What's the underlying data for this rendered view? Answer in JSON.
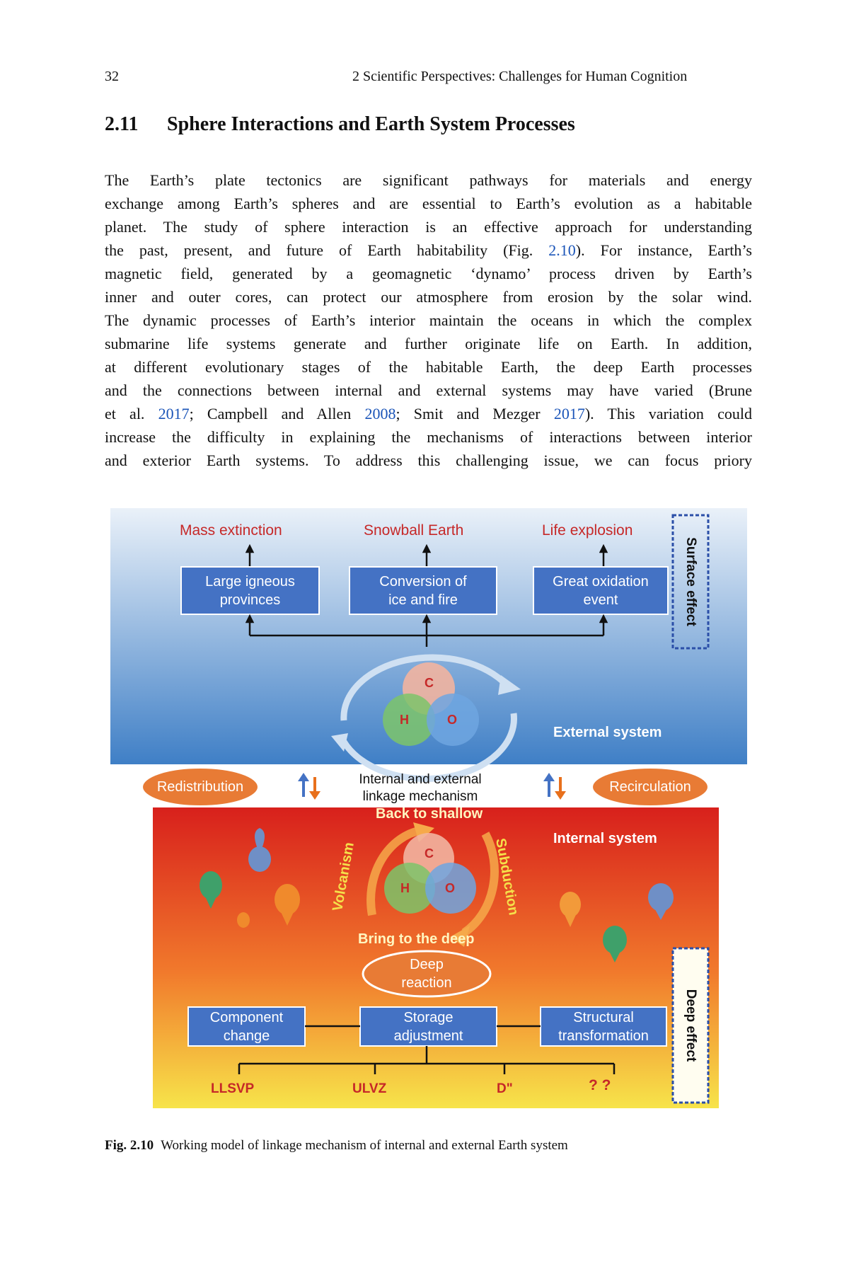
{
  "header": {
    "page_number": "32",
    "running_title": "2   Scientific Perspectives: Challenges for Human Cognition"
  },
  "section": {
    "number": "2.11",
    "title": "Sphere Interactions and Earth System Processes"
  },
  "body": {
    "lines": [
      "The Earth’s plate tectonics are significant pathways for materials and energy",
      "exchange among Earth’s spheres and are essential to Earth’s evolution as a habitable",
      "planet. The study of sphere interaction is an effective approach for understanding"
    ],
    "line4_pre": "the past, present, and future of Earth habitability (Fig. ",
    "line4_link": "2.10",
    "line4_post": "). For instance, Earth’s",
    "lines2": [
      "magnetic field, generated by a geomagnetic ‘dynamo’ process driven by Earth’s",
      "inner and outer cores, can protect our atmosphere from erosion by the solar wind.",
      "The dynamic processes of Earth’s interior maintain the oceans in which the complex",
      "submarine life systems generate and further originate life on Earth. In addition,",
      "at different evolutionary stages of the habitable Earth, the deep Earth processes",
      "and the connections between internal and external systems may have varied (Brune"
    ],
    "line11_a": "et al. ",
    "line11_link1": "2017",
    "line11_b": "; Campbell and Allen ",
    "line11_link2": "2008",
    "line11_c": "; Smit and Mezger ",
    "line11_link3": "2017",
    "line11_d": "). This variation could",
    "lines3": [
      "increase the difficulty in explaining the mechanisms of interactions between interior",
      "and exterior Earth systems. To address this challenging issue, we can focus priory"
    ]
  },
  "figure": {
    "top_outcomes": [
      "Mass extinction",
      "Snowball Earth",
      "Life explosion"
    ],
    "top_boxes": [
      "Large igneous\nprovinces",
      "Conversion of\nice and fire",
      "Great oxidation\nevent"
    ],
    "surface_effect": "Surface effect",
    "external_system": "External system",
    "internal_system": "Internal system",
    "elements": [
      "C",
      "H",
      "O"
    ],
    "redistribution": "Redistribution",
    "recirculation": "Recirculation",
    "linkage": "Internal and external\nlinkage mechanism",
    "back_to_shallow": "Back to shallow",
    "bring_to_deep": "Bring to the deep",
    "volcanism": "Volcanism",
    "subduction": "Subduction",
    "deep_reaction": "Deep\nreaction",
    "bottom_boxes": [
      "Component\nchange",
      "Storage\nadjustment",
      "Structural\ntransformation"
    ],
    "deep_effect": "Deep effect",
    "deep_structures": [
      "LLSVP",
      "ULVZ",
      "D\"",
      "? ?"
    ],
    "colors": {
      "box_blue": "#4472c4",
      "outcome_red": "#c62828",
      "orange_oval": "#e87b35",
      "frame_blue": "#2b4fa8"
    }
  },
  "caption": {
    "label": "Fig. 2.10",
    "text": "Working model of linkage mechanism of internal and external Earth system"
  }
}
